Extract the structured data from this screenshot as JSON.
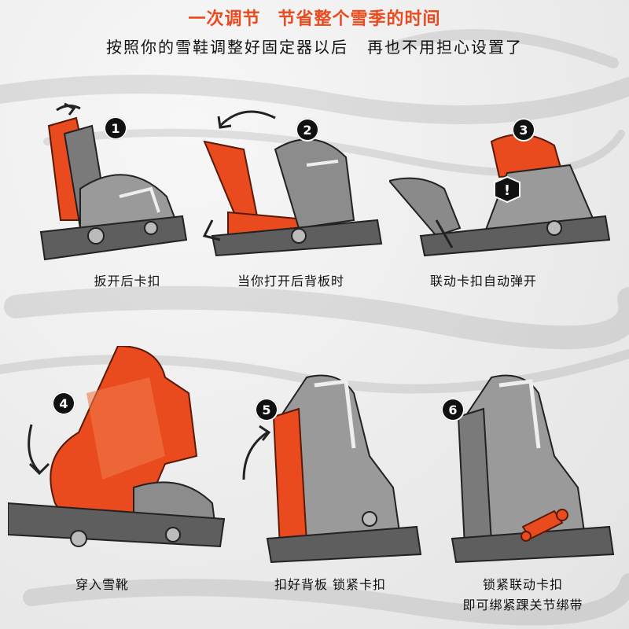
{
  "header": {
    "line1": [
      "一次调节",
      "节省整个雪季的时间"
    ],
    "line2": [
      "按照你的雪鞋调整好固定器以后",
      "再也不用担心设置了"
    ]
  },
  "colors": {
    "accent": "#e94a1e",
    "metal": "#8e8e8e",
    "dark": "#222222"
  },
  "steps": [
    {
      "number": "1",
      "caption": "扳开后卡扣"
    },
    {
      "number": "2",
      "caption": "当你打开后背板时"
    },
    {
      "number": "3",
      "caption": "联动卡扣自动弹开"
    },
    {
      "number": "4",
      "caption": "穿入雪靴"
    },
    {
      "number": "5",
      "caption": "扣好背板  锁紧卡扣"
    },
    {
      "number": "6",
      "caption_lines": [
        "锁紧联动卡扣",
        "即可绑紧踝关节绑带"
      ]
    }
  ]
}
